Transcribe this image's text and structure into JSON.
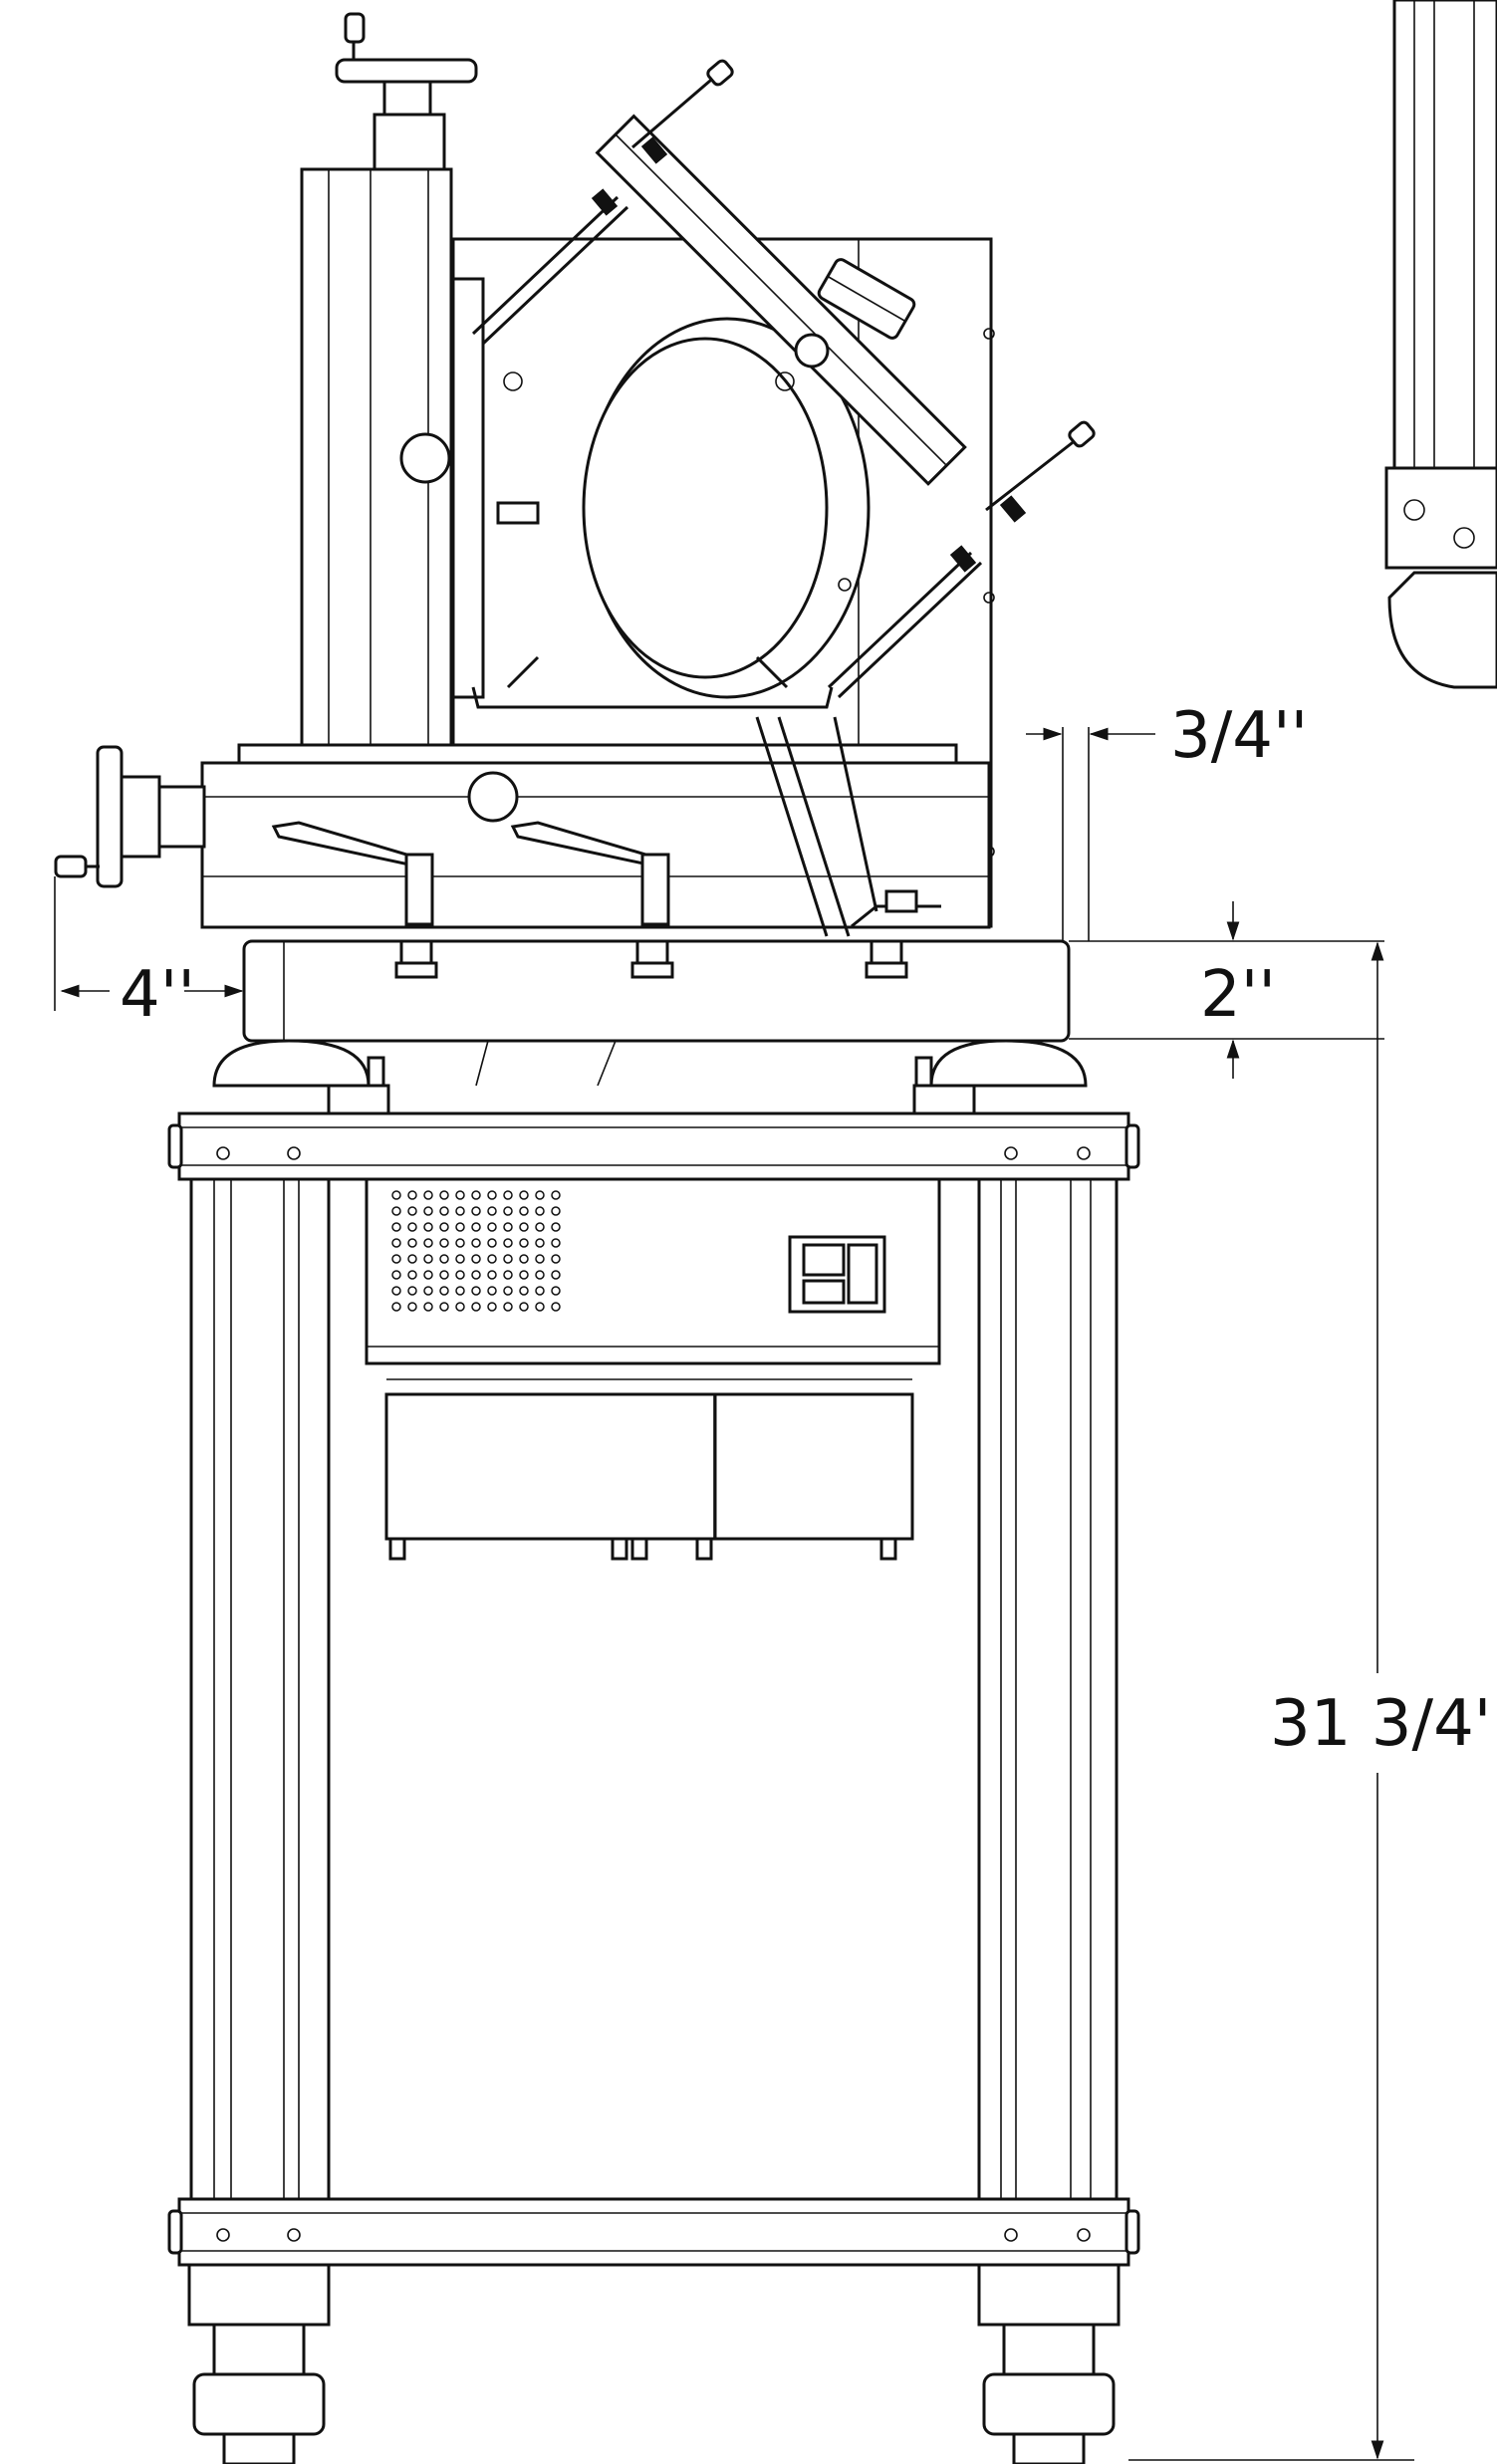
{
  "dimensions": {
    "top_offset": "3/4''",
    "left_offset": "4''",
    "base_height": "2''",
    "overall_height": "31 3/4''"
  }
}
